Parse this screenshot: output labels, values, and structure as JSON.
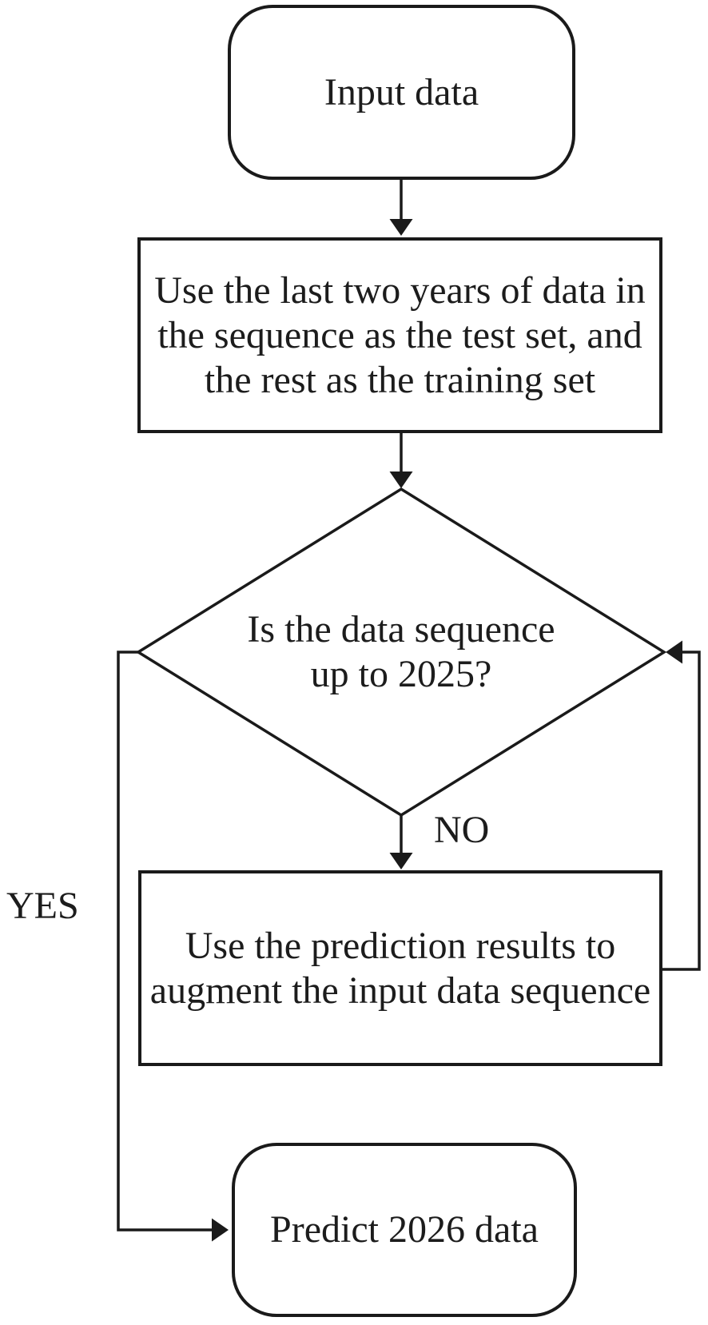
{
  "figure": {
    "type": "flowchart",
    "background_color": "#ffffff",
    "line_color": "#1a1a1a",
    "text_color": "#1c1c1c"
  },
  "nodes": {
    "input": {
      "shape": "terminator",
      "label": "Input data"
    },
    "split": {
      "shape": "process",
      "label": "Use the last two years of data in\nthe sequence as the test set, and\nthe rest as the training set"
    },
    "decision": {
      "shape": "decision",
      "label": "Is the data sequence\nup to 2025?"
    },
    "augment": {
      "shape": "process",
      "label": "Use the prediction results to\naugment the input data sequence"
    },
    "predict": {
      "shape": "terminator",
      "label": "Predict 2026 data"
    }
  },
  "edges": {
    "no_label": "NO",
    "yes_label": "YES"
  }
}
